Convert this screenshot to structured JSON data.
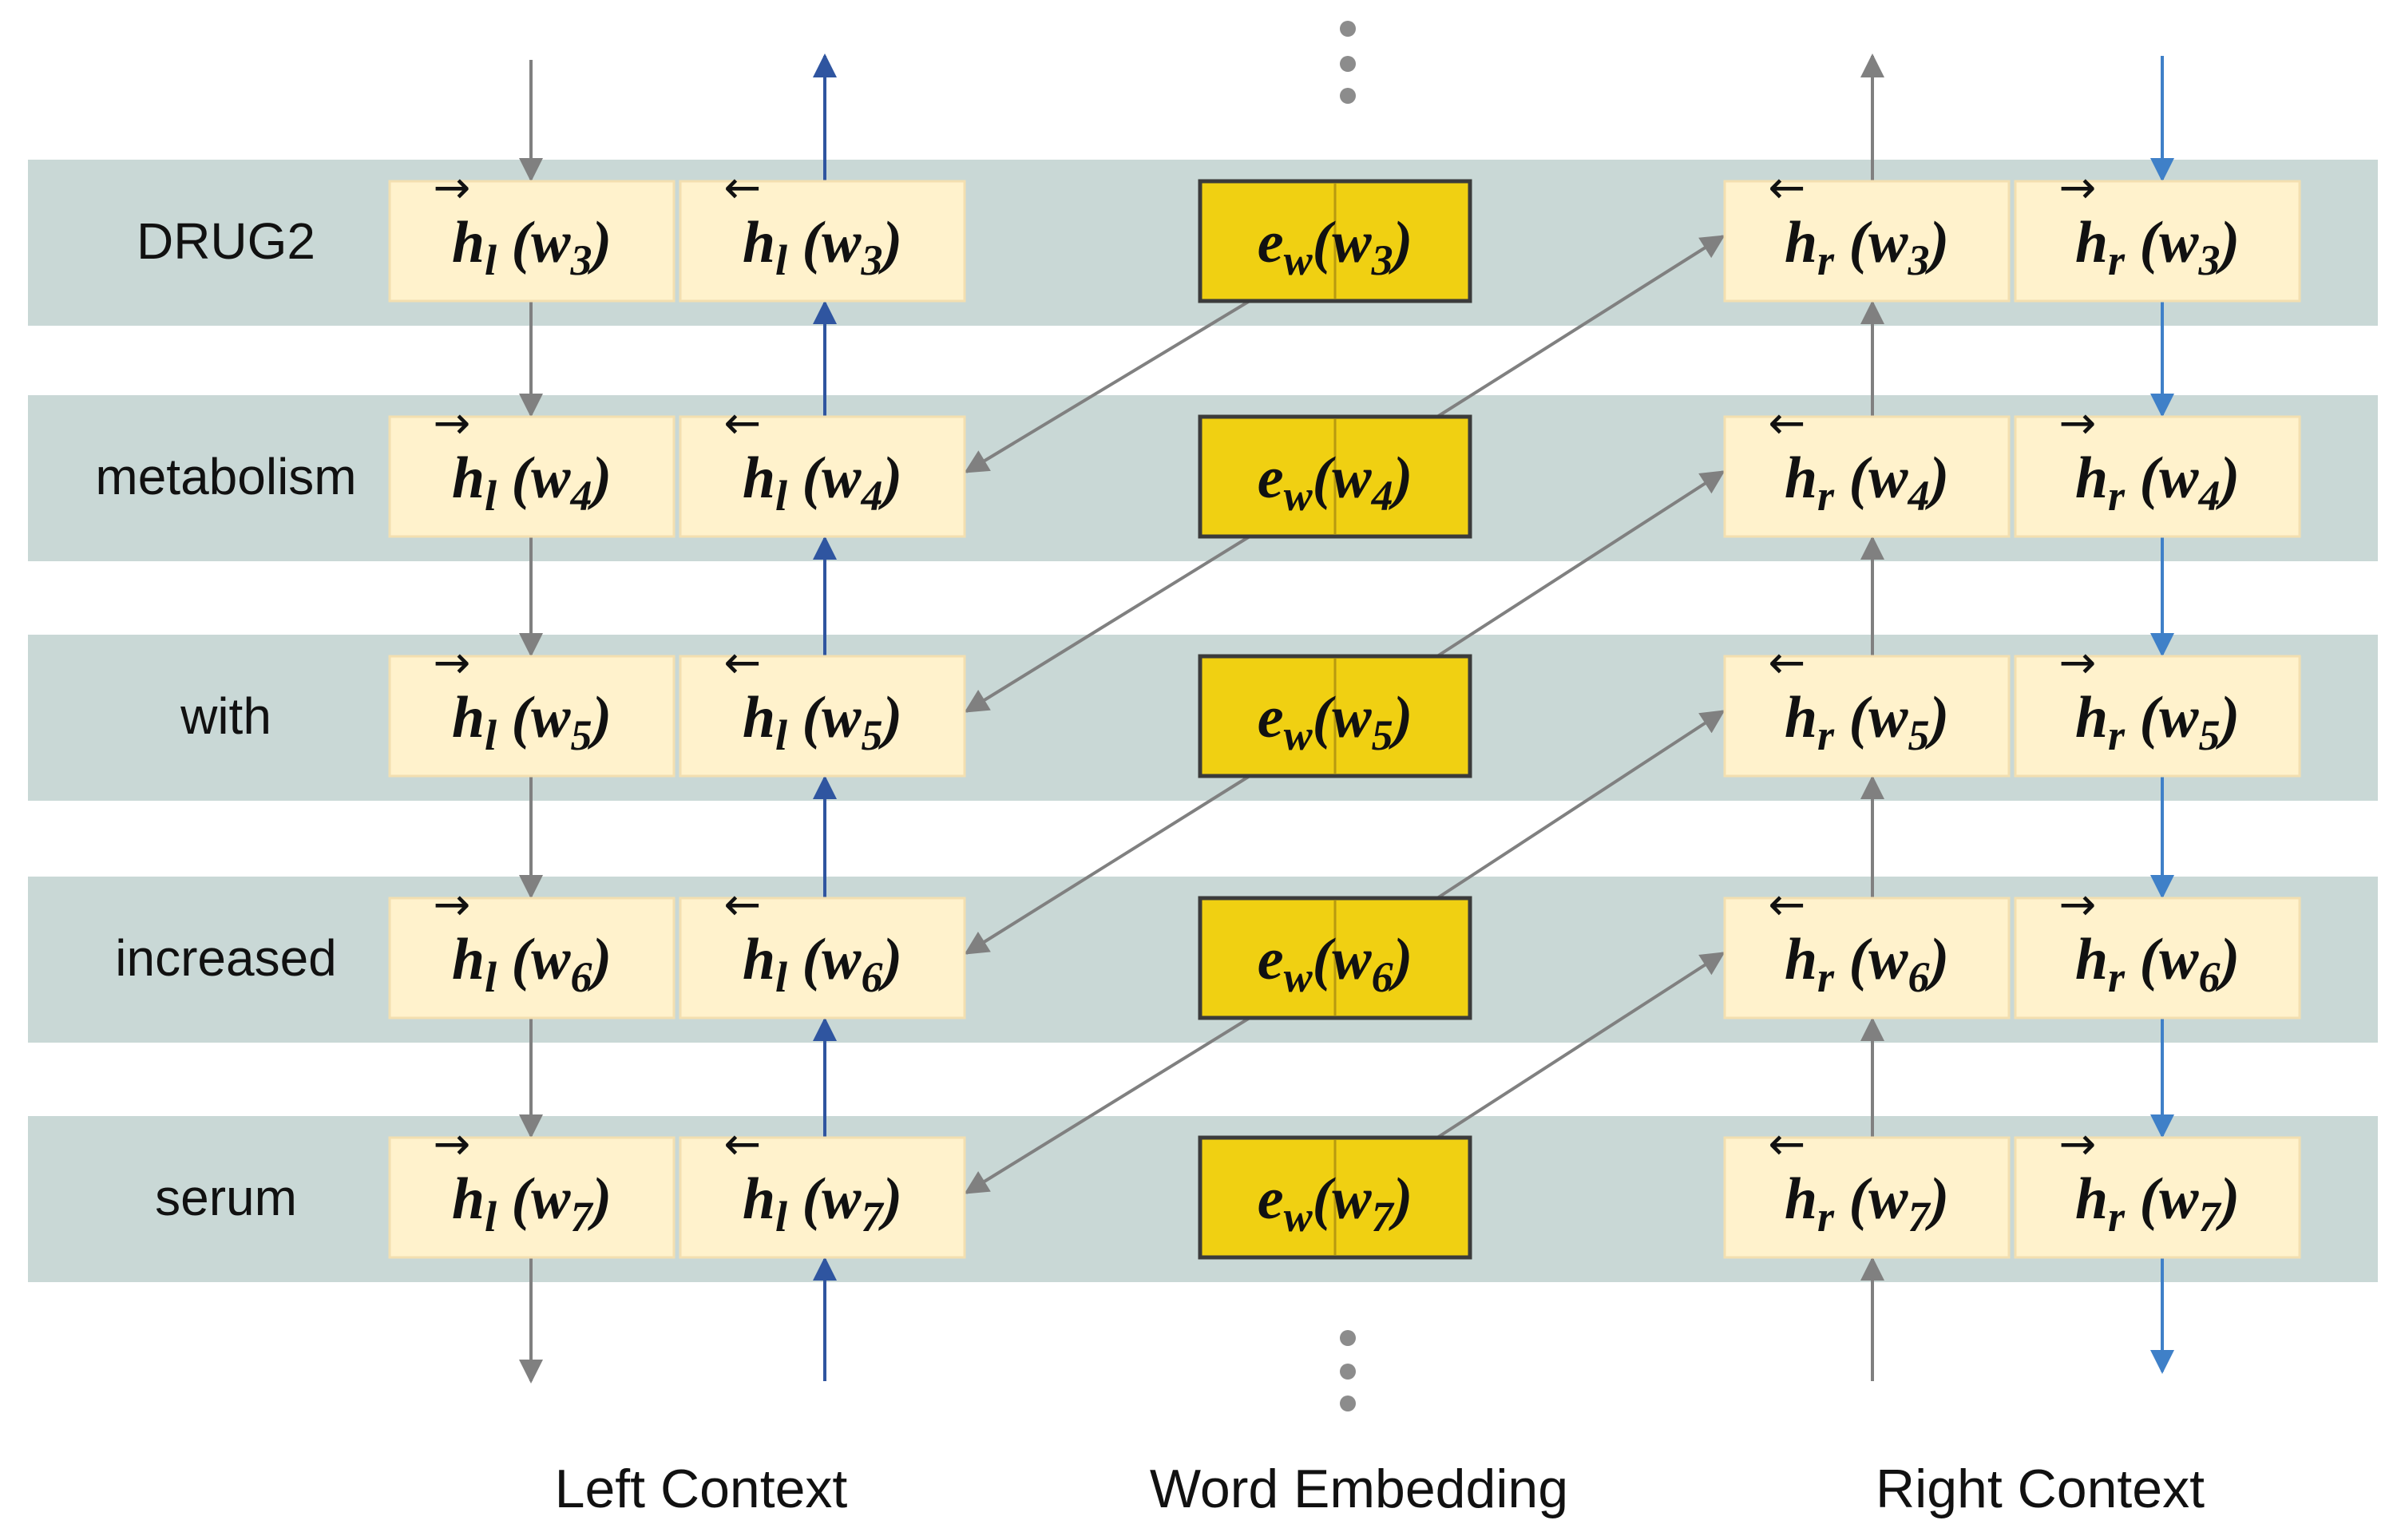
{
  "rows": [
    {
      "word": "DRUG2",
      "sub": "3"
    },
    {
      "word": "metabolism",
      "sub": "4"
    },
    {
      "word": "with",
      "sub": "5"
    },
    {
      "word": "increased",
      "sub": "6"
    },
    {
      "word": "serum",
      "sub": "7"
    }
  ],
  "symbols": {
    "h": "h",
    "l": "l",
    "r": "r",
    "e": "e",
    "w": "w",
    "lparen": "(",
    "rparen": ")",
    "arrow_right": "→",
    "arrow_left": "←"
  },
  "captions": {
    "left": "Left Context",
    "middle": "Word Embedding",
    "right": "Right Context"
  },
  "colors": {
    "band": "#c9d8d6",
    "cell": "#fff2cc",
    "embedding": "#f0d012",
    "gray_arrow": "#808080",
    "blue_arrow_left": "#2f55a0",
    "blue_arrow_right": "#3f80c8"
  }
}
